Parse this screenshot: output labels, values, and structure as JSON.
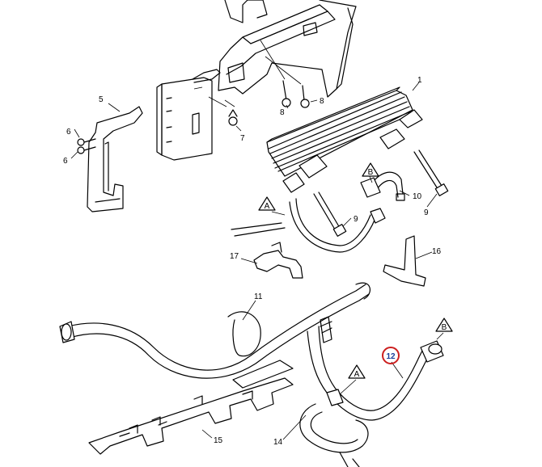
{
  "diagram": {
    "type": "exploded-parts-view",
    "callouts": {
      "c1": "1",
      "c5": "5",
      "c6a": "6",
      "c6b": "6",
      "c7": "7",
      "c8a": "8",
      "c8b": "8",
      "c9a": "9",
      "c9b": "9",
      "c10": "10",
      "c11": "11",
      "c12": "12",
      "c14": "14",
      "c15": "15",
      "c16": "16",
      "c17": "17"
    },
    "reference_markers": {
      "a_upper": "A",
      "a_lower": "A",
      "b_upper": "B",
      "b_lower": "B"
    },
    "highlighted_callout": "12",
    "colors": {
      "line": "#000000",
      "highlight_ring": "#cc1f1f",
      "highlight_text": "#1a3d9a"
    }
  }
}
